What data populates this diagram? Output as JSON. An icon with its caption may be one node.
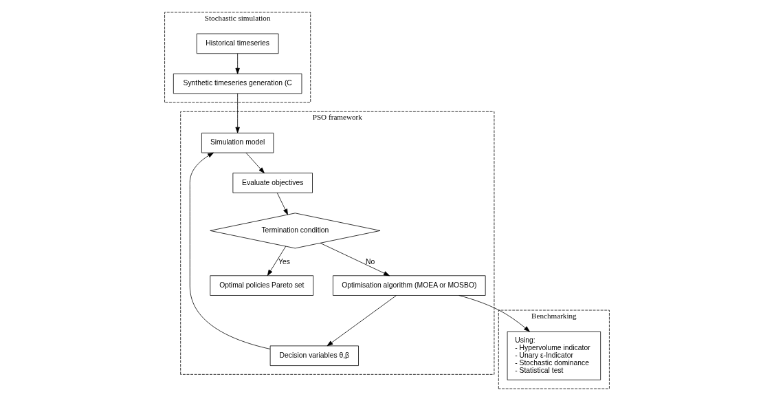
{
  "diagram": {
    "nodes": [
      {
        "text": [
          "Stochastic simulation"
        ]
      },
      {
        "text": [
          "Historical timeseries"
        ],
        "in": 0
      },
      {
        "text": [
          "Synthetic timeseries generation (C"
        ],
        "in": 0
      },
      {
        "text": [
          "PSO framework"
        ]
      },
      {
        "text": [
          "Simulation model"
        ],
        "in": 3
      },
      {
        "text": [
          "Evaluate objectives"
        ],
        "in": 3
      },
      {
        "text": [
          "Termination condition"
        ],
        "in": 3
      },
      {
        "text": [
          "Optimal policies Pareto set"
        ],
        "in": 3
      },
      {
        "text": [
          "Optimisation algorithm (MOEA or MOSBO)"
        ],
        "in": 3
      },
      {
        "text": [
          "Decision variables θ,β"
        ],
        "in": 3
      },
      {
        "text": [
          "Benchmarking"
        ]
      },
      {
        "text": [
          "Using:",
          "- Hypervolume indicator",
          "- Unary ε-Indicator",
          "- Stochastic dominance",
          "- Statistical test"
        ],
        "in": 10
      }
    ],
    "edges": [
      {
        "from": 1,
        "to": 2,
        "arrow": "to"
      },
      {
        "from": 2,
        "to": 4,
        "arrow": "to"
      },
      {
        "from": 4,
        "to": 5,
        "arrow": "to"
      },
      {
        "from": 5,
        "to": 6,
        "arrow": "to"
      },
      {
        "from": 6,
        "to": 7,
        "arrow": "to",
        "label": "Yes"
      },
      {
        "from": 6,
        "to": 8,
        "arrow": "to",
        "label": "No"
      },
      {
        "from": 8,
        "to": 9,
        "arrow": "to"
      },
      {
        "from": 9,
        "to": 4,
        "arrow": "to"
      },
      {
        "from": 8,
        "to": 11,
        "arrow": "to"
      }
    ]
  }
}
